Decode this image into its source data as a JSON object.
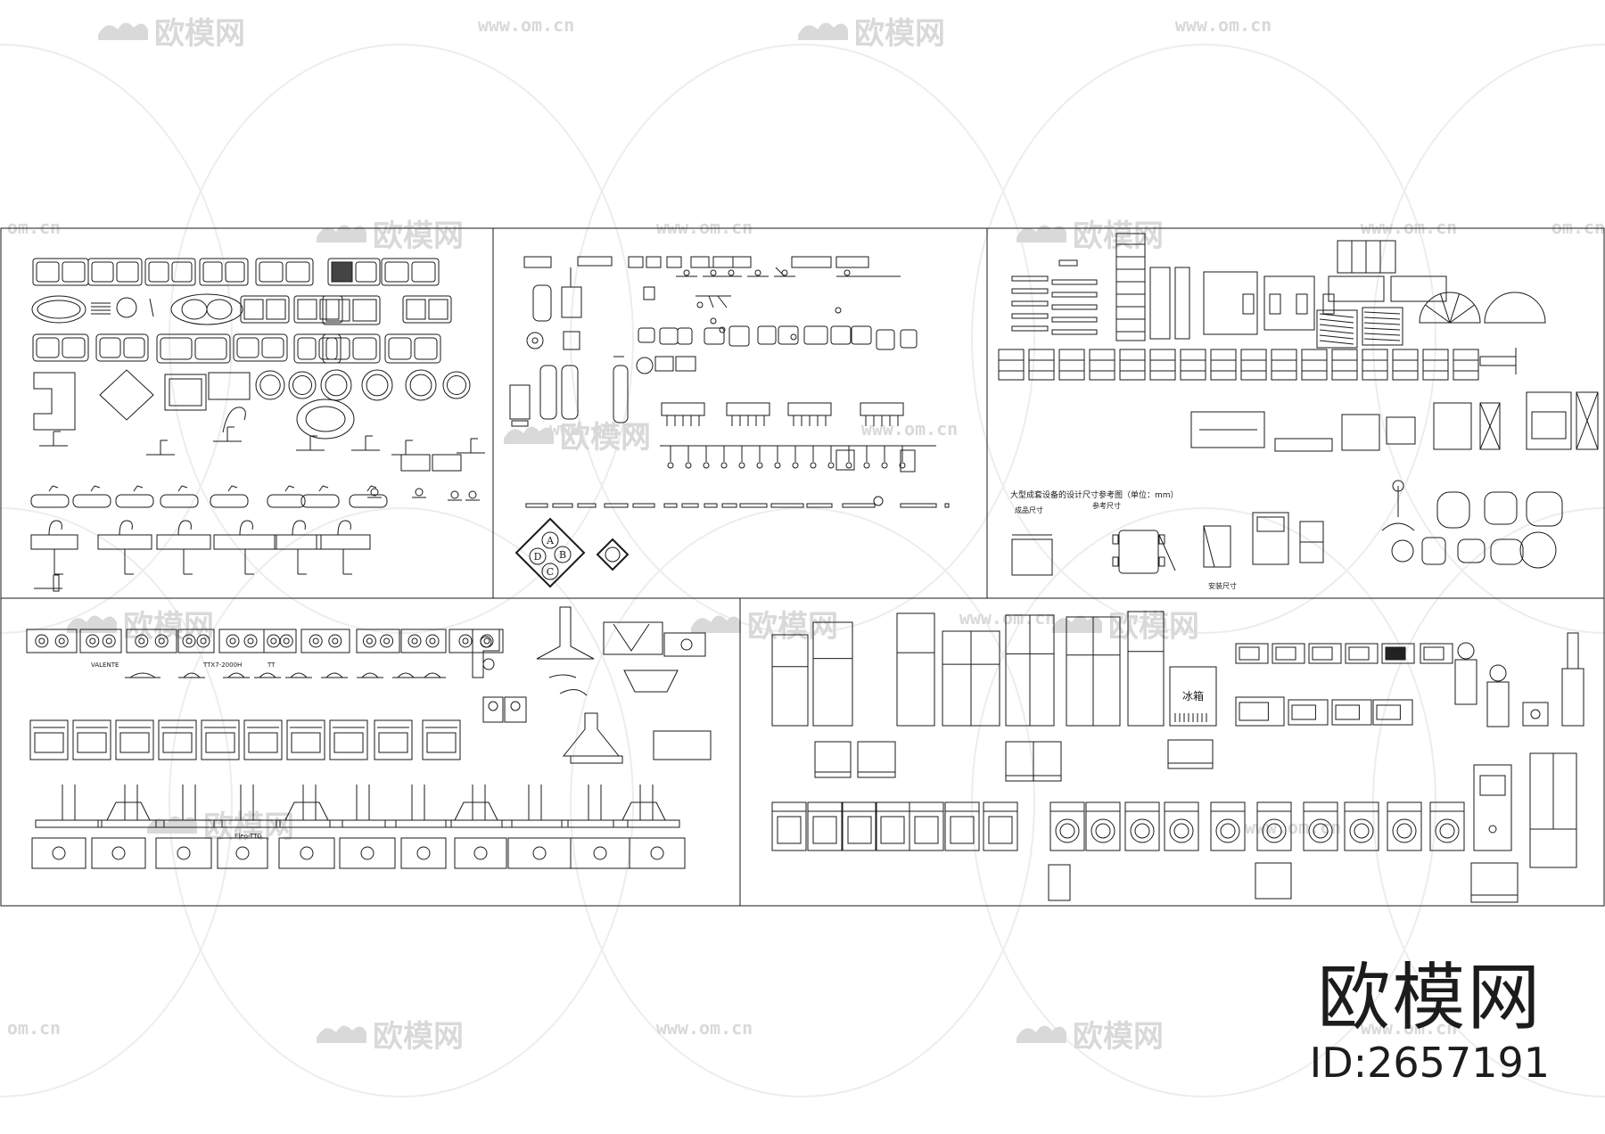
{
  "watermark": {
    "logo_text": "欧模网",
    "url_text": "www.om.cn",
    "url_fragment": "om.cn"
  },
  "brand": {
    "name": "欧模网",
    "id_text": "ID:2657191"
  },
  "panels": [
    {
      "key": "sinks",
      "content": "kitchen sinks and faucets"
    },
    {
      "key": "utilities",
      "content": "water heaters, utensil racks"
    },
    {
      "key": "cabinets",
      "content": "shelving, appliances, dining chairs"
    },
    {
      "key": "cooking",
      "content": "gas hobs, ovens, range hoods"
    },
    {
      "key": "appliances",
      "content": "refrigerators, microwaves, washing machines"
    }
  ],
  "panel_text": {
    "valente": "VALENTE",
    "hob_model": "TTX7-2000H",
    "hob_model2": "TT",
    "hood_model": "Eleo-TTG",
    "fridge_label": "冰箱",
    "dim_note": "大型成套设备的设计尺寸参考图（单位：mm）",
    "dim_a": "成品尺寸",
    "dim_b": "参考尺寸",
    "dim_c": "安装尺寸"
  },
  "colors": {
    "line": "#1a1a1a",
    "watermark": "#d9d9d9",
    "background": "#ffffff"
  }
}
